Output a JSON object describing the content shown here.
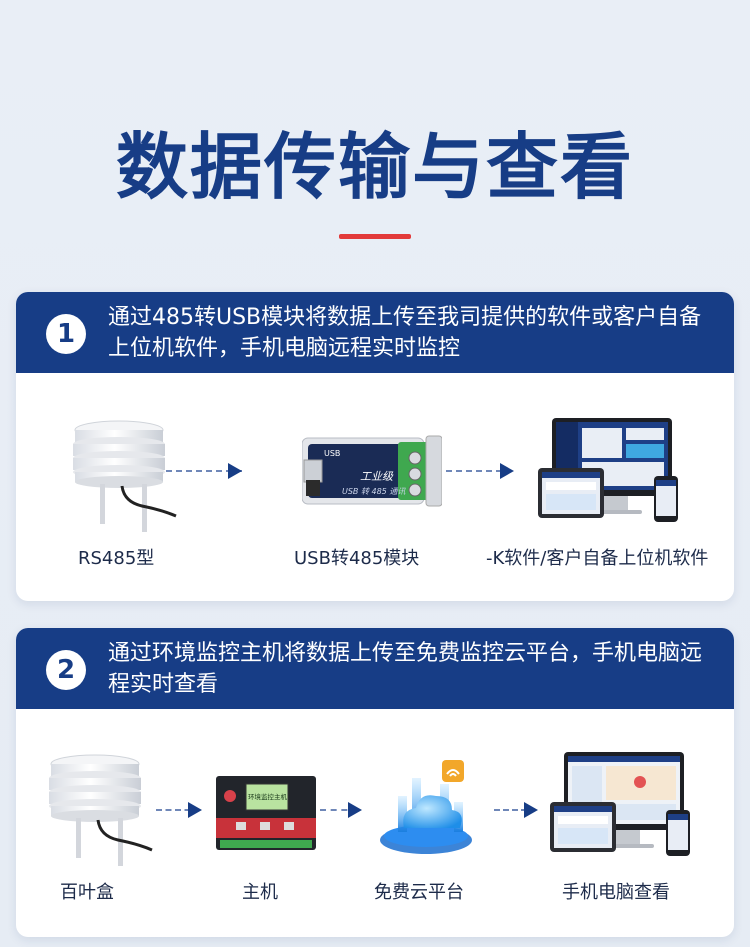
{
  "page": {
    "title": "数据传输与查看",
    "accent_color": "#e23a3a",
    "brand_color": "#173d86"
  },
  "section1": {
    "number": "1",
    "description": "通过485转USB模块将数据上传至我司提供的软件或客户自备上位机软件，手机电脑远程实时监控",
    "nodes": [
      {
        "icon": "shutter-box-sensor-icon",
        "label": "RS485型"
      },
      {
        "icon": "usb-485-module-icon",
        "label": "USB转485模块",
        "module_text": "工业级",
        "module_subtext": "USB 转 485 通讯",
        "module_side": "USB"
      },
      {
        "icon": "computer-tablet-phone-icon",
        "label": "-K软件/客户自备上位机软件"
      }
    ]
  },
  "section2": {
    "number": "2",
    "description": "通过环境监控主机将数据上传至免费监控云平台，手机电脑远程实时查看",
    "nodes": [
      {
        "icon": "shutter-box-sensor-icon",
        "label": "百叶盒"
      },
      {
        "icon": "host-controller-icon",
        "label": "主机",
        "screen_text": "环境监控主机"
      },
      {
        "icon": "cloud-platform-icon",
        "label": "免费云平台"
      },
      {
        "icon": "computer-tablet-phone-icon",
        "label": "手机电脑查看"
      }
    ]
  }
}
